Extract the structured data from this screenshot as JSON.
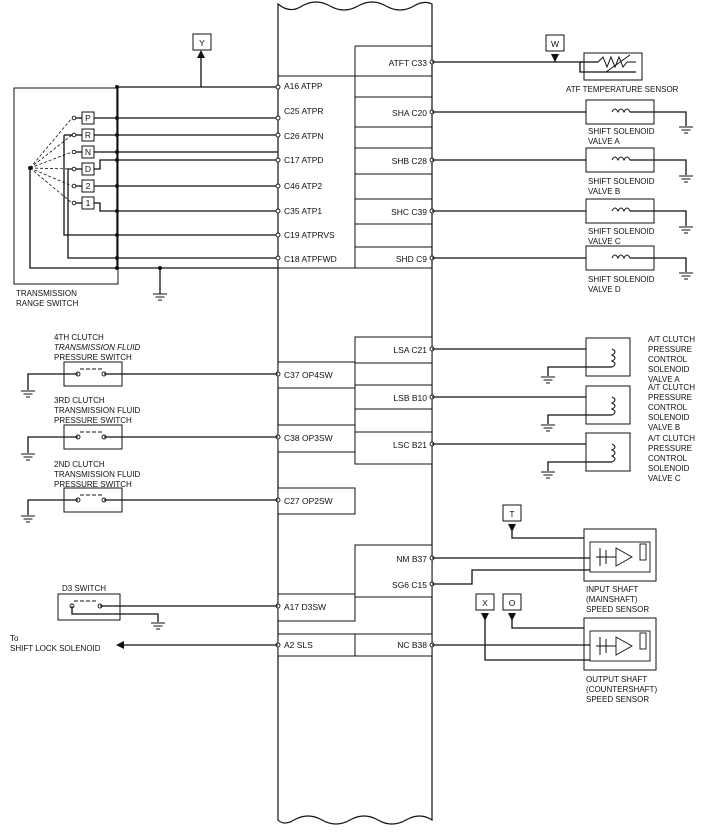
{
  "ecm": {
    "left_pins": [
      "A16 ATPP",
      "C25 ATPR",
      "C26 ATPN",
      "C17 ATPD",
      "C46 ATP2",
      "C35 ATP1",
      "C19 ATPRVS",
      "C18 ATPFWD",
      "C37 OP4SW",
      "C38 OP3SW",
      "C27 OP2SW",
      "A17 D3SW",
      "A2 SLS"
    ],
    "right_pins": [
      "ATFT C33",
      "SHA C20",
      "SHB C28",
      "SHC C39",
      "SHD C9",
      "LSA C21",
      "LSB B10",
      "LSC B21",
      "NM B37",
      "SG6 C15",
      "NC B38"
    ]
  },
  "range_switch": {
    "positions": [
      "P",
      "R",
      "N",
      "D",
      "2",
      "1"
    ],
    "label_1": "TRANSMISSION",
    "label_2": "RANGE SWITCH"
  },
  "connectors": {
    "y": "Y",
    "w": "W",
    "t": "T",
    "x": "X",
    "o": "O"
  },
  "components": {
    "atf_temp": "ATF TEMPERATURE SENSOR",
    "sol_a": [
      "SHIFT SOLENOID",
      "VALVE A"
    ],
    "sol_b": [
      "SHIFT SOLENOID",
      "VALVE B"
    ],
    "sol_c": [
      "SHIFT SOLENOID",
      "VALVE C"
    ],
    "sol_d": [
      "SHIFT SOLENOID",
      "VALVE D"
    ],
    "clutch_a": [
      "A/T CLUTCH",
      "PRESSURE",
      "CONTROL",
      "SOLENOID",
      "VALVE A"
    ],
    "clutch_b": [
      "A/T CLUTCH",
      "PRESSURE",
      "CONTROL",
      "SOLENOID",
      "VALVE B"
    ],
    "clutch_c": [
      "A/T CLUTCH",
      "PRESSURE",
      "CONTROL",
      "SOLENOID",
      "VALVE C"
    ],
    "sw4": [
      "4TH CLUTCH",
      "TRANSMISSION FLUID",
      "PRESSURE SWITCH"
    ],
    "sw3": [
      "3RD CLUTCH",
      "TRANSMISSION FLUID",
      "PRESSURE SWITCH"
    ],
    "sw2": [
      "2ND CLUTCH",
      "TRANSMISSION FLUID",
      "PRESSURE SWITCH"
    ],
    "d3": "D3 SWITCH",
    "shift_lock": [
      "To",
      "SHIFT LOCK SOLENOID"
    ],
    "input_sensor": [
      "INPUT SHAFT",
      "(MAINSHAFT)",
      "SPEED SENSOR"
    ],
    "output_sensor": [
      "OUTPUT SHAFT",
      "(COUNTERSHAFT)",
      "SPEED SENSOR"
    ]
  }
}
